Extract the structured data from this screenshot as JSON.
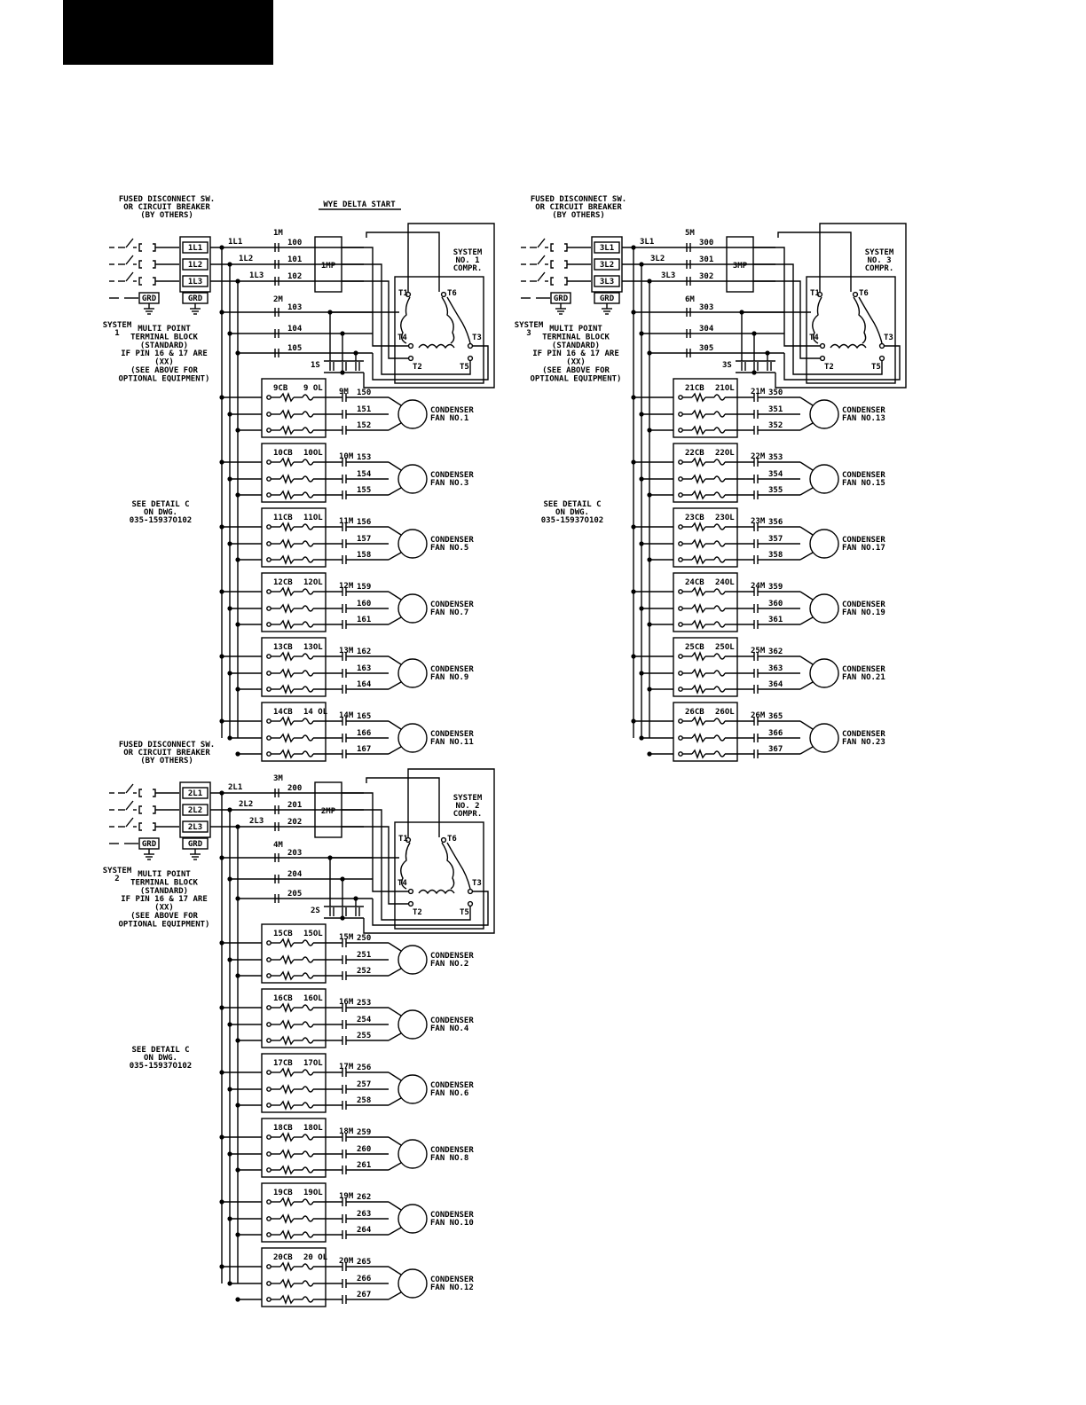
{
  "header_tab": "",
  "title": "WYE DELTA START",
  "disconnect_label": [
    "FUSED DISCONNECT SW.",
    "OR CIRCUIT BREAKER",
    "(BY OTHERS)"
  ],
  "terminal_note": [
    "MULTI POINT",
    "TERMINAL BLOCK",
    "(STANDARD)",
    "IF PIN 16 & 17 ARE",
    "(XX)",
    "(SEE ABOVE FOR",
    "OPTIONAL EQUIPMENT)"
  ],
  "detail_note": [
    "SEE DETAIL C",
    "ON DWG.",
    "035-15937O102"
  ],
  "ground_label": "GRD",
  "motor_terminals": [
    "T1",
    "T6",
    "T4",
    "T3",
    "T2",
    "T5"
  ],
  "systems": [
    {
      "sys_label": [
        "SYSTEM",
        "1"
      ],
      "compr_label": [
        "SYSTEM",
        "NO. 1",
        "COMPR."
      ],
      "terminals": [
        "1L1",
        "1L2",
        "1L3"
      ],
      "lines": [
        "1L1",
        "1L2",
        "1L3"
      ],
      "main_contactor": "1M",
      "delta_contactor": "2M",
      "mp": "1MP",
      "start_contactor": "1S",
      "wires": [
        "100",
        "101",
        "102",
        "103",
        "104",
        "105"
      ],
      "fans": [
        {
          "cb": "9CB",
          "ol": "9 OL",
          "m": "9M",
          "wires": [
            "150",
            "151",
            "152"
          ],
          "label": [
            "CONDENSER",
            "FAN NO.1"
          ]
        },
        {
          "cb": "10CB",
          "ol": "10OL",
          "m": "10M",
          "wires": [
            "153",
            "154",
            "155"
          ],
          "label": [
            "CONDENSER",
            "FAN NO.3"
          ]
        },
        {
          "cb": "11CB",
          "ol": "11OL",
          "m": "11M",
          "wires": [
            "156",
            "157",
            "158"
          ],
          "label": [
            "CONDENSER",
            "FAN NO.5"
          ]
        },
        {
          "cb": "12CB",
          "ol": "12OL",
          "m": "12M",
          "wires": [
            "159",
            "160",
            "161"
          ],
          "label": [
            "CONDENSER",
            "FAN NO.7"
          ]
        },
        {
          "cb": "13CB",
          "ol": "13OL",
          "m": "13M",
          "wires": [
            "162",
            "163",
            "164"
          ],
          "label": [
            "CONDENSER",
            "FAN NO.9"
          ]
        },
        {
          "cb": "14CB",
          "ol": "14 OL",
          "m": "14M",
          "wires": [
            "165",
            "166",
            "167"
          ],
          "label": [
            "CONDENSER",
            "FAN NO.11"
          ]
        }
      ]
    },
    {
      "sys_label": [
        "SYSTEM",
        "3"
      ],
      "compr_label": [
        "SYSTEM",
        "NO. 3",
        "COMPR."
      ],
      "terminals": [
        "3L1",
        "3L2",
        "3L3"
      ],
      "lines": [
        "3L1",
        "3L2",
        "3L3"
      ],
      "main_contactor": "5M",
      "delta_contactor": "6M",
      "mp": "3MP",
      "start_contactor": "3S",
      "wires": [
        "300",
        "301",
        "302",
        "303",
        "304",
        "305"
      ],
      "fans": [
        {
          "cb": "21CB",
          "ol": "21OL",
          "m": "21M",
          "wires": [
            "350",
            "351",
            "352"
          ],
          "label": [
            "CONDENSER",
            "FAN NO.13"
          ]
        },
        {
          "cb": "22CB",
          "ol": "22OL",
          "m": "22M",
          "wires": [
            "353",
            "354",
            "355"
          ],
          "label": [
            "CONDENSER",
            "FAN NO.15"
          ]
        },
        {
          "cb": "23CB",
          "ol": "23OL",
          "m": "23M",
          "wires": [
            "356",
            "357",
            "358"
          ],
          "label": [
            "CONDENSER",
            "FAN NO.17"
          ]
        },
        {
          "cb": "24CB",
          "ol": "24OL",
          "m": "24M",
          "wires": [
            "359",
            "360",
            "361"
          ],
          "label": [
            "CONDENSER",
            "FAN NO.19"
          ]
        },
        {
          "cb": "25CB",
          "ol": "25OL",
          "m": "25M",
          "wires": [
            "362",
            "363",
            "364"
          ],
          "label": [
            "CONDENSER",
            "FAN NO.21"
          ]
        },
        {
          "cb": "26CB",
          "ol": "26OL",
          "m": "26M",
          "wires": [
            "365",
            "366",
            "367"
          ],
          "label": [
            "CONDENSER",
            "FAN NO.23"
          ]
        }
      ]
    },
    {
      "sys_label": [
        "SYSTEM",
        "2"
      ],
      "compr_label": [
        "SYSTEM",
        "NO. 2",
        "COMPR."
      ],
      "terminals": [
        "2L1",
        "2L2",
        "2L3"
      ],
      "lines": [
        "2L1",
        "2L2",
        "2L3"
      ],
      "main_contactor": "3M",
      "delta_contactor": "4M",
      "mp": "2MP",
      "start_contactor": "2S",
      "wires": [
        "200",
        "201",
        "202",
        "203",
        "204",
        "205"
      ],
      "fans": [
        {
          "cb": "15CB",
          "ol": "15OL",
          "m": "15M",
          "wires": [
            "250",
            "251",
            "252"
          ],
          "label": [
            "CONDENSER",
            "FAN NO.2"
          ]
        },
        {
          "cb": "16CB",
          "ol": "16OL",
          "m": "16M",
          "wires": [
            "253",
            "254",
            "255"
          ],
          "label": [
            "CONDENSER",
            "FAN NO.4"
          ]
        },
        {
          "cb": "17CB",
          "ol": "17OL",
          "m": "17M",
          "wires": [
            "256",
            "257",
            "258"
          ],
          "label": [
            "CONDENSER",
            "FAN NO.6"
          ]
        },
        {
          "cb": "18CB",
          "ol": "18OL",
          "m": "18M",
          "wires": [
            "259",
            "260",
            "261"
          ],
          "label": [
            "CONDENSER",
            "FAN NO.8"
          ]
        },
        {
          "cb": "19CB",
          "ol": "19OL",
          "m": "19M",
          "wires": [
            "262",
            "263",
            "264"
          ],
          "label": [
            "CONDENSER",
            "FAN NO.10"
          ]
        },
        {
          "cb": "20CB",
          "ol": "20 OL",
          "m": "20M",
          "wires": [
            "265",
            "266",
            "267"
          ],
          "label": [
            "CONDENSER",
            "FAN NO.12"
          ]
        }
      ]
    }
  ]
}
